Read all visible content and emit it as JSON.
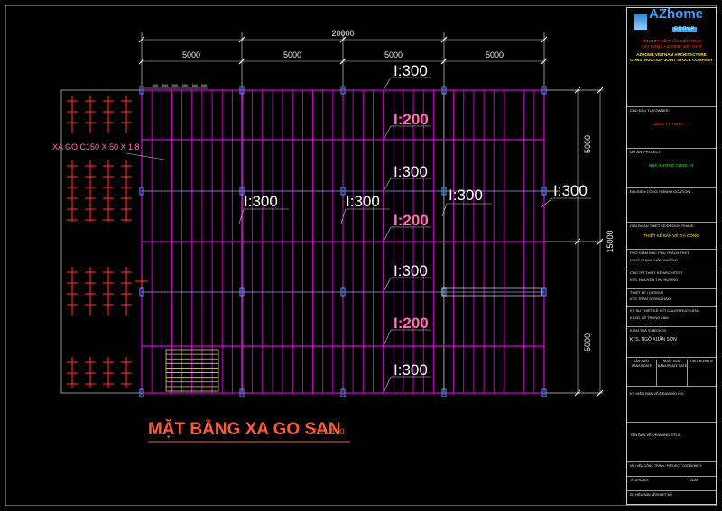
{
  "drawing": {
    "title": "MẶT BẰNG XA GO SAN",
    "scale": "TL:1/100",
    "purlin_note": "XA GO C150 X 50 X 1.8",
    "total_width": "20000",
    "bay_widths": [
      "5000",
      "5000",
      "5000",
      "5000"
    ],
    "small_spacings": [
      "500",
      "500",
      "500",
      "500",
      "500",
      "500"
    ],
    "total_height": "15000",
    "side_dims": [
      "5000",
      "5000"
    ],
    "beam_labels": {
      "i300": "I:300",
      "i200": "I:200"
    },
    "colors": {
      "purlin": "#e000e0",
      "grid": "#d0d0d0",
      "beam_label": "#ffffff",
      "bold_label": "#ff6fb0",
      "title": "#ff5a3c",
      "rafter_blue": "#33a6ff",
      "red_marks": "#ff2a2a",
      "stair": "#d8d26a"
    }
  },
  "title_block": {
    "logo_main": "AZhome",
    "logo_sub": "GROUP",
    "company_vn_1": "CÔNG TY CỔ PHẦN KIẾN TRÚC",
    "company_vn_2": "XÂY DỰNG AZHOME VIỆT NAM",
    "company_en_1": "AZHOME VIETNAM ARCHITECTURE",
    "company_en_2": "CONSTRUCTION JOINT STOCK COMPANY",
    "owner_label": "CHỦ ĐẦU TƯ /OWNER:",
    "owner_value": "CÔNG TY TNHH ......",
    "project_label": "DỰ ÁN /PROJECT:",
    "project_value": "NHÀ XƯỞNG CÔNG TY",
    "location_label": "ĐỊA ĐIỂM CÔNG TRÌNH/ LOCATION:",
    "phase_label": "GIAI ĐOẠN THIẾT KẾ/DESIGN PHASE:",
    "phase_value": "THIẾT KẾ BẢN VẼ THI CÔNG",
    "director_label": "PHÓ GIÁM ĐỐC PHỤ TRÁCH TKKT",
    "director_value": "KSKT. PHẠM TUẤN CƯỜNG",
    "manager_label": "CHỦ TRÌ THIẾT KẾ/ARCHITECT",
    "manager_value": "KTS. NGUYỄN THU HƯƠNG",
    "design_label": "THIẾT KẾ / DESIGN",
    "design_value": "KTS TRẦN TRỌNG HẢO",
    "structure_label": "KỸ SƯ THIẾT KẾ KẾT CẤU/STRUCTURAL",
    "structure_value": "KSXD. LÊ TRUNG LÂM",
    "checked_label": "KIỂM TRA /CHECKED",
    "checked_value": "KTS. NGÔ XUÂN SƠN",
    "rev_headers": [
      "LẦN XUẤT BẢN/UPDATE",
      "NGÀY XUẤT BẢN/UPDATE DATE",
      "GHI CHÚ/NOTE"
    ],
    "drawing_no_label": "KÝ HIỆU BẢN VẼ/DRAWING NO:",
    "drawing_title_label": "TÊN BẢN VẼ/DRAWING TITLE:",
    "foot_1_label": "MÃ HIỆU CÔNG TRÌNH / PROJECT CODE",
    "foot_1_value": "1408/19",
    "foot_2_label": "TỈ LỆ/SCALE",
    "foot_2_value": "1/100",
    "foot_3_label": "SỐ HIỆU BẢN VẼ/SHEET NO."
  }
}
